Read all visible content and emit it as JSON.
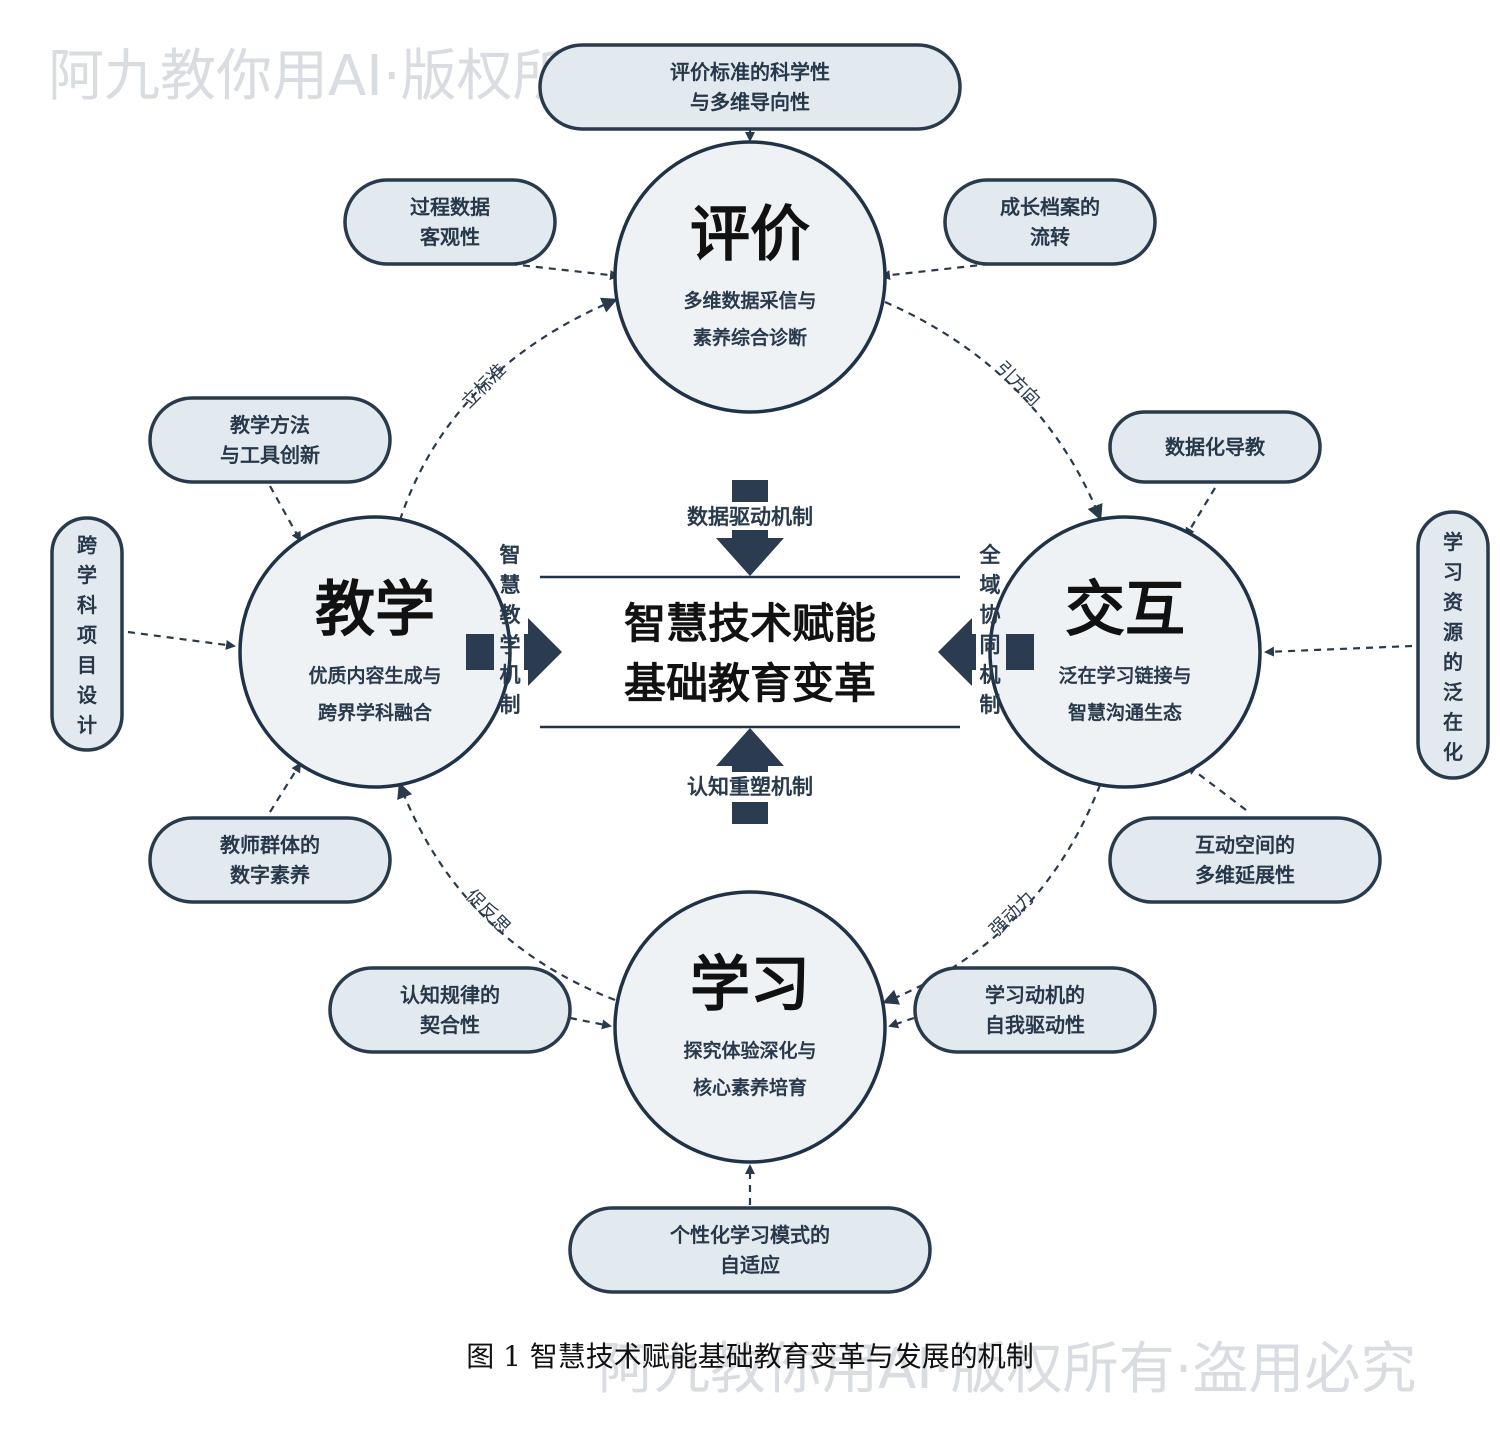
{
  "watermark": "阿九教你用AI·版权所有·盗用必究",
  "center": {
    "line1": "智慧技术赋能",
    "line2": "基础教育变革"
  },
  "mechanisms": {
    "top": "数据驱动机制",
    "bottom": "认知重塑机制",
    "left": [
      "智",
      "慧",
      "教",
      "学",
      "机",
      "制"
    ],
    "right": [
      "全",
      "域",
      "协",
      "同",
      "机",
      "制"
    ]
  },
  "nodes": {
    "evaluation": {
      "title": "评价",
      "sub1": "多维数据采信与",
      "sub2": "素养综合诊断"
    },
    "teaching": {
      "title": "教学",
      "sub1": "优质内容生成与",
      "sub2": "跨界学科融合"
    },
    "interaction": {
      "title": "交互",
      "sub1": "泛在学习链接与",
      "sub2": "智慧沟通生态"
    },
    "learning": {
      "title": "学习",
      "sub1": "探究体验深化与",
      "sub2": "核心素养培育"
    }
  },
  "arc_labels": {
    "top_left": "立标准",
    "top_right": "引方向",
    "bottom_left": "促反思",
    "bottom_right": "强动力"
  },
  "pills": {
    "eval_top": [
      "评价标准的科学性",
      "与多维导向性"
    ],
    "eval_left": [
      "过程数据",
      "客观性"
    ],
    "eval_right": [
      "成长档案的",
      "流转"
    ],
    "teach_top": [
      "教学方法",
      "与工具创新"
    ],
    "teach_bottom": [
      "教师群体的",
      "数字素养"
    ],
    "teach_side": [
      "跨",
      "学",
      "科",
      "项",
      "目",
      "设",
      "计"
    ],
    "inter_top": [
      "数据化导教"
    ],
    "inter_bottom": [
      "互动空间的",
      "多维延展性"
    ],
    "inter_side": [
      "学",
      "习",
      "资",
      "源",
      "的",
      "泛",
      "在",
      "化"
    ],
    "learn_left": [
      "认知规律的",
      "契合性"
    ],
    "learn_right": [
      "学习动机的",
      "自我驱动性"
    ],
    "learn_bottom": [
      "个性化学习模式的",
      "自适应"
    ]
  },
  "caption": "图 1 智慧技术赋能基础教育变革与发展的机制",
  "colors": {
    "outline": "#2a3a4d",
    "pill_fill": "#e3eaef",
    "circle_fill": "#eef2f5",
    "watermark": "#cdd2d7"
  }
}
